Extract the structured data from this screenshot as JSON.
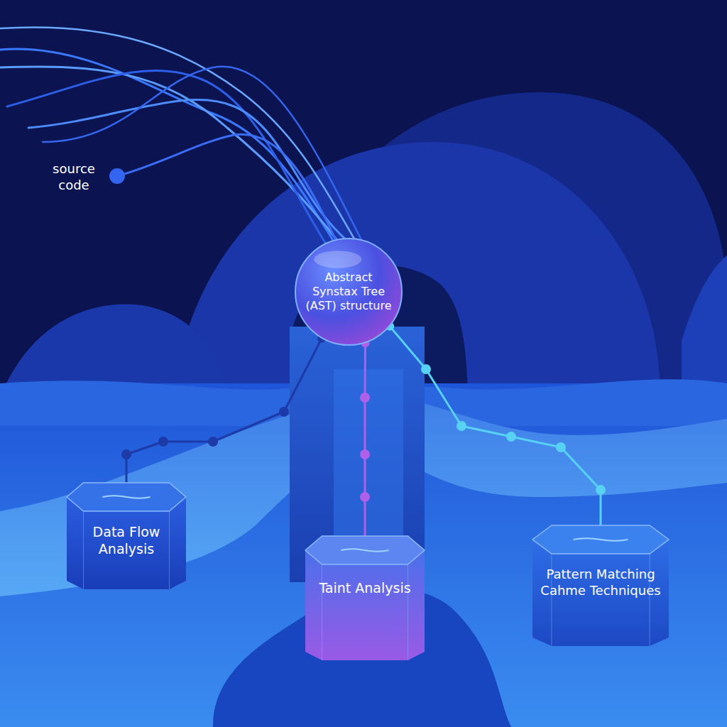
{
  "diagram": {
    "nodes": [
      {
        "text": [
          "Abstract Synstax Tree (AST) structure"
        ]
      },
      {
        "text": [
          "Data Flow Analysis"
        ]
      },
      {
        "text": [
          "Taint Analysis"
        ]
      },
      {
        "text": [
          "Pattern Matching Cahme Techniques"
        ]
      }
    ],
    "edges": [
      {
        "from": 0,
        "to": 1,
        "arrow": "none"
      },
      {
        "from": 0,
        "to": 2,
        "arrow": "none"
      },
      {
        "from": 0,
        "to": 3,
        "arrow": "none"
      }
    ],
    "labels": [
      "source code"
    ]
  }
}
